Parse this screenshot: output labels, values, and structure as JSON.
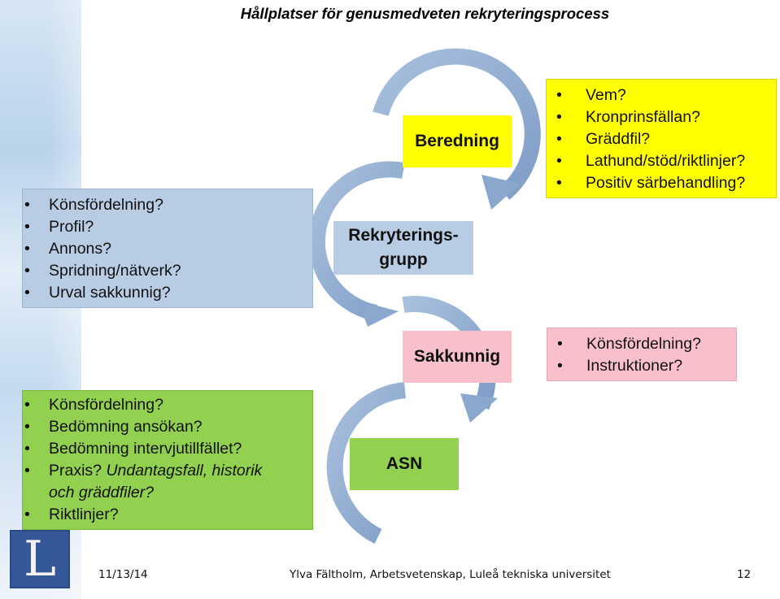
{
  "title": "Hållplatser för genusmedveten rekryteringsprocess",
  "stages": {
    "beredning": "Beredning",
    "rekrytering_line1": "Rekryterings-",
    "rekrytering_line2": "grupp",
    "sakkunnig": "Sakkunnig",
    "asn": "ASN"
  },
  "beredning_questions": [
    "Vem?",
    "Kronprinsfällan?",
    "Gräddfil?",
    "Lathund/stöd/riktlinjer?",
    "Positiv särbehandling?"
  ],
  "rekrytering_questions": [
    "Könsfördelning?",
    "Profil?",
    "Annons?",
    "Spridning/nätverk?",
    "Urval sakkunnig?"
  ],
  "sakkunnig_questions": [
    "Könsfördelning?",
    "Instruktioner?"
  ],
  "asn_questions": {
    "item1": "Könsfördelning?",
    "item2": "Bedömning ansökan?",
    "item3": "Bedömning intervjutillfället?",
    "item4_plain": "Praxis? ",
    "item4_italic_a": "Undantagsfall, historik",
    "item4_italic_b": "och gräddfiler?",
    "item5": "Riktlinjer?"
  },
  "footer": {
    "date": "11/13/14",
    "author": "Ylva Fältholm, Arbetsvetenskap, Luleå tekniska universitet",
    "page": "12"
  },
  "logo_letter": "L",
  "colors": {
    "yellow": "#ffff00",
    "blue": "#b8cce4",
    "pink": "#f9c0cb",
    "green": "#92d050",
    "arrow": "#8eaacf"
  }
}
